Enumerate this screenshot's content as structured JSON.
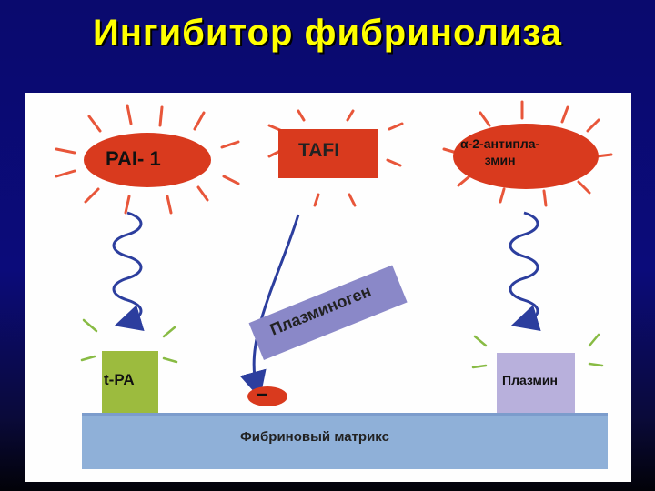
{
  "slide": {
    "title": "Ингибитор фибринолиза"
  },
  "diagram": {
    "inhibitors": {
      "pai1": "PAI- 1",
      "tafi": "TAFI",
      "alpha2_antiplasmin": [
        "α-2-антипла-",
        "змин"
      ]
    },
    "enzymes": {
      "tpa": "t-PA",
      "plasmin": "Плазмин"
    },
    "plasminogen": "Плазминоген",
    "inhibition_sign": "–",
    "matrix": "Фибриновый матрикс"
  },
  "colors": {
    "background": "#0a0a6e",
    "title": "#ffff00",
    "inhibitor_red": "#d93a1e",
    "tpa_green": "#9cbb3e",
    "plasminogen_violet": "#8a88c8",
    "plasmin_lilac": "#b8b0dc",
    "matrix_blue": "#8fb0d8",
    "wave_blue": "#2c3e9e",
    "ray_red": "#e8563a"
  }
}
